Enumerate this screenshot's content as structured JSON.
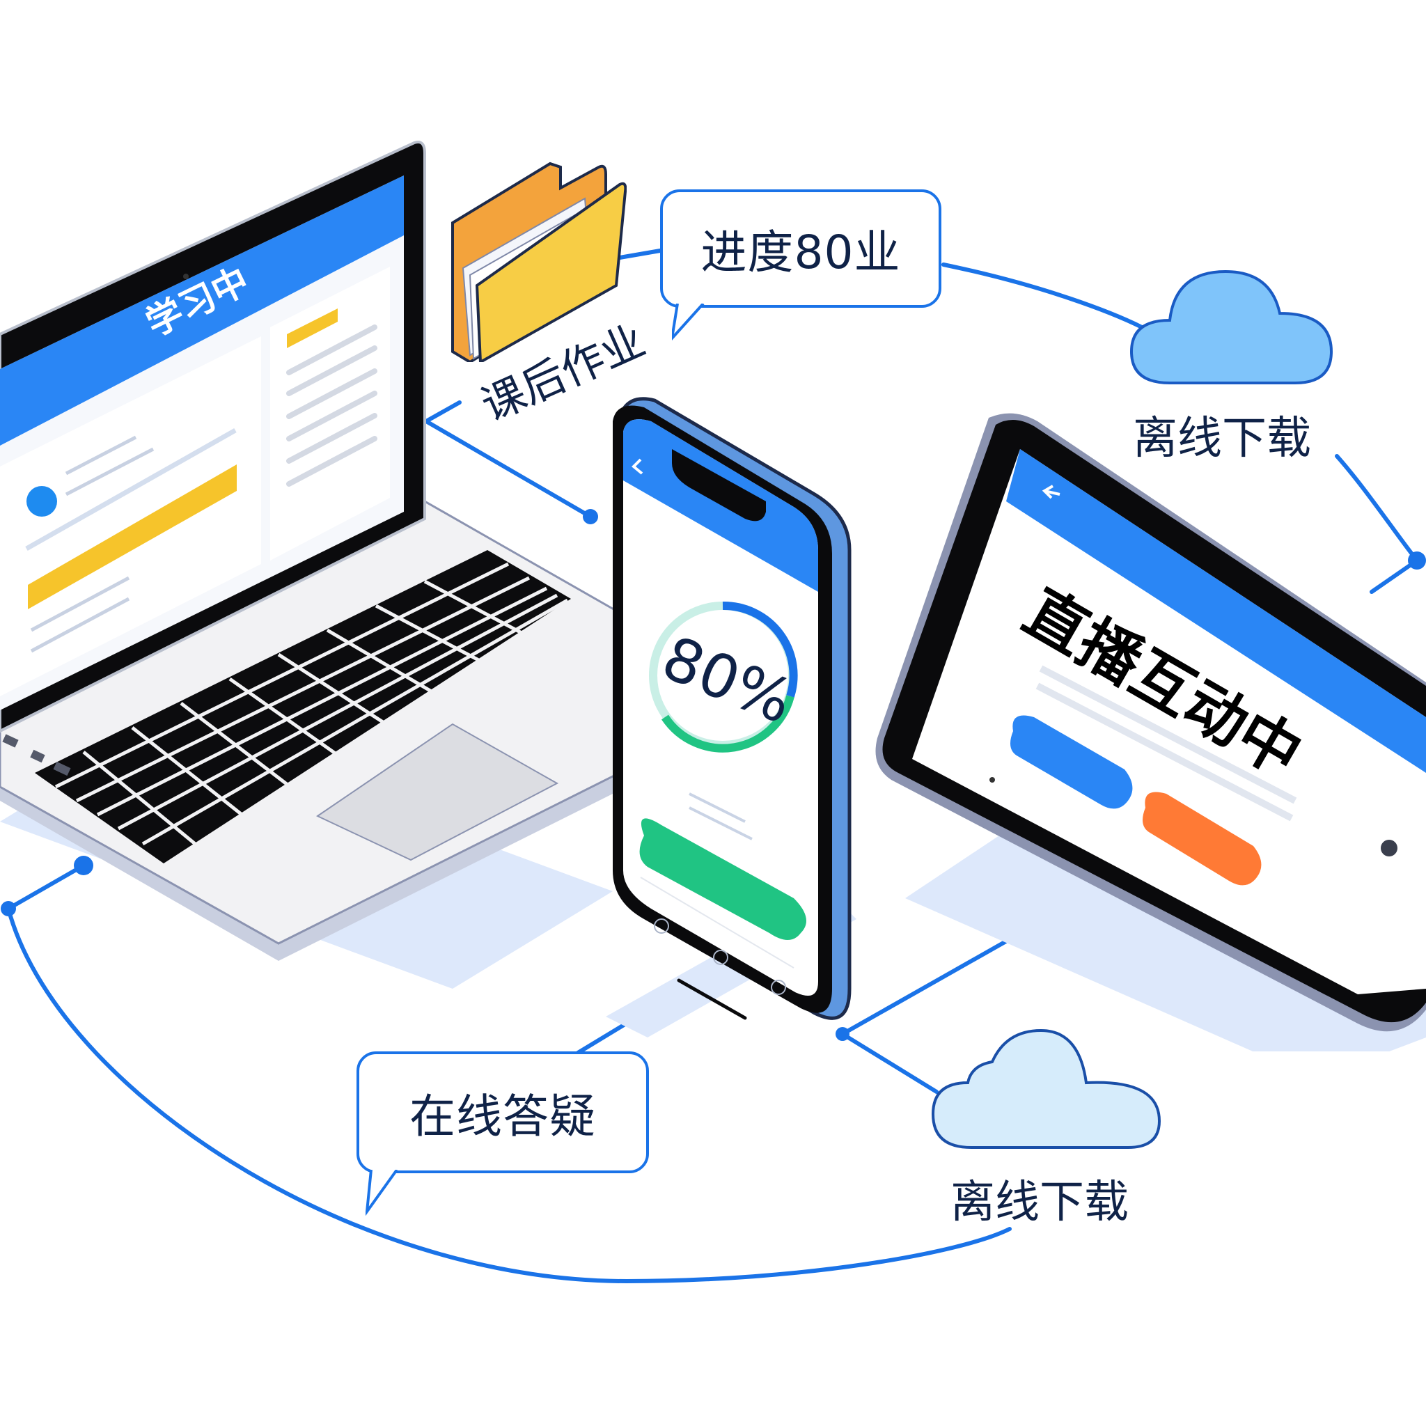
{
  "scene": {
    "description_colors": {
      "accent_blue": "#1a73e8",
      "screen_blue": "#2a86f5",
      "yellow": "#f6c42b",
      "green": "#20c483",
      "orange": "#ff7a35",
      "cloud_blue": "#7fc4fa",
      "cloud_pale": "#d6ecfb",
      "text_navy": "#0f2247"
    }
  },
  "laptop": {
    "screen_header": "学习中",
    "icons": [
      "video-icon"
    ]
  },
  "folder": {
    "label": "课后作业",
    "icon": "folder-icon"
  },
  "progress_bubble": {
    "text": "进度80业"
  },
  "cloud_top": {
    "label": "离线下载",
    "icon": "cloud-icon"
  },
  "phone": {
    "back_icon": "chevron-left-icon",
    "progress_value": "80%",
    "progress_percent": 80
  },
  "tablet": {
    "back_icon": "arrow-left-icon",
    "title": "直播互动中"
  },
  "qa_bubble": {
    "text": "在线答疑"
  },
  "cloud_bottom": {
    "label": "离线下载",
    "icon": "cloud-icon"
  }
}
